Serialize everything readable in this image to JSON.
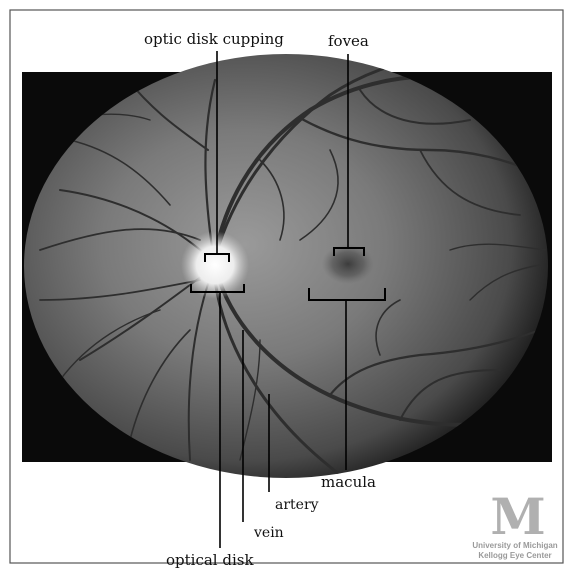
{
  "labels": {
    "optic_disk_cupping": "optic disk cupping",
    "fovea": "fovea",
    "macula": "macula",
    "artery": "artery",
    "vein": "vein",
    "optical_disk": "optical disk"
  },
  "logo": {
    "letter": "M",
    "line1": "University of Michigan",
    "line2": "Kellogg Eye Center"
  }
}
